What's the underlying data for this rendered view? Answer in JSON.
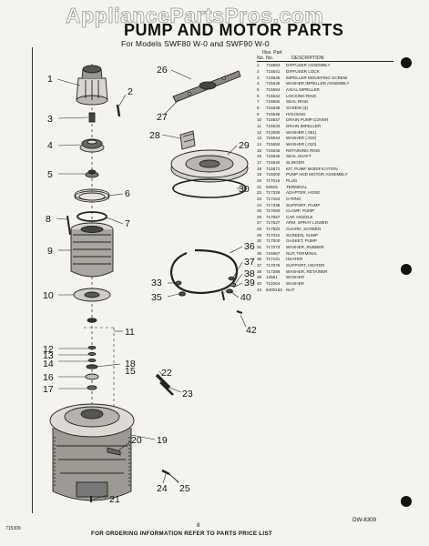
{
  "watermark": "AppliancePartsPros.com",
  "header": {
    "title": "PUMP AND MOTOR PARTS",
    "subtitle": "For Models SWF80 W-0 and SWF90 W-0"
  },
  "parts_list": {
    "header_top": "Illus. Part",
    "col_no": "No.",
    "col_part": "No.",
    "col_desc": "DESCRIPTION",
    "rows": [
      {
        "no": "1",
        "part": "715563",
        "desc": "DIFFUSER ASSEMBLY"
      },
      {
        "no": "2",
        "part": "715541",
        "desc": "DIFFUSER LOCK"
      },
      {
        "no": "3",
        "part": "716545",
        "desc": "IMPELLER MOUNTING SCREW"
      },
      {
        "no": "4",
        "part": "715549",
        "desc": "WASHER IMPELLER ASSEMBLY"
      },
      {
        "no": "5",
        "part": "715594",
        "desc": "AXIAL IMPELLER"
      },
      {
        "no": "6",
        "part": "715542",
        "desc": "LOCKING RING"
      },
      {
        "no": "7",
        "part": "715592",
        "desc": "SEAL RING"
      },
      {
        "no": "8",
        "part": "715548",
        "desc": "SCREW (3)"
      },
      {
        "no": "9",
        "part": "715545",
        "desc": "HOUSING"
      },
      {
        "no": "10",
        "part": "715547",
        "desc": "DRAIN PUMP COVER"
      },
      {
        "no": "11",
        "part": "715533",
        "desc": "DRAIN IMPELLER"
      },
      {
        "no": "12",
        "part": "712050",
        "desc": "WASHER (.051)"
      },
      {
        "no": "13",
        "part": "715544",
        "desc": "WASHER (.015)"
      },
      {
        "no": "14",
        "part": "715593",
        "desc": "WASHER (.010)"
      },
      {
        "no": "15",
        "part": "715535",
        "desc": "RETAINING RING"
      },
      {
        "no": "16",
        "part": "715546",
        "desc": "SEAL SHAFT"
      },
      {
        "no": "17",
        "part": "715540",
        "desc": "SLINGER"
      },
      {
        "no": "18",
        "part": "715871",
        "desc": "KIT, PUMP MODIFICATION"
      },
      {
        "no": "19",
        "part": "715000",
        "desc": "PUMP AND MOTOR ASSEMBLY"
      },
      {
        "no": "20",
        "part": "717016",
        "desc": "PLUG"
      },
      {
        "no": "21",
        "part": "94815",
        "desc": "TERMINAL"
      },
      {
        "no": "22",
        "part": "717329",
        "desc": "ADAPTER, HOSE"
      },
      {
        "no": "23",
        "part": "717164",
        "desc": "O-RING"
      },
      {
        "no": "24",
        "part": "717336",
        "desc": "SUPPORT, PUMP"
      },
      {
        "no": "25",
        "part": "717060",
        "desc": "CLAMP, PUMP"
      },
      {
        "no": "26",
        "part": "717067",
        "desc": "CAP, NOZZLE"
      },
      {
        "no": "27",
        "part": "717527",
        "desc": "ARM, SPRAY LOWER"
      },
      {
        "no": "28",
        "part": "717522",
        "desc": "GUARD, SCREEN"
      },
      {
        "no": "29",
        "part": "717022",
        "desc": "SCREEN, SUMP"
      },
      {
        "no": "30",
        "part": "717000",
        "desc": "GASKET, PUMP"
      },
      {
        "no": "31",
        "part": "717273",
        "desc": "WASHER, RUBBER"
      },
      {
        "no": "35",
        "part": "716657",
        "desc": "NUT, TERMINAL"
      },
      {
        "no": "36",
        "part": "717141",
        "desc": "HEATER"
      },
      {
        "no": "37",
        "part": "717076",
        "desc": "SUPPORT, HEATER"
      },
      {
        "no": "38",
        "part": "717289",
        "desc": "WASHER, RETAINER"
      },
      {
        "no": "39",
        "part": "14551",
        "desc": "WASHER"
      },
      {
        "no": "40",
        "part": "712264",
        "desc": "WASHER"
      },
      {
        "no": "42",
        "part": "9400162",
        "desc": "NUT"
      }
    ]
  },
  "callouts": [
    "1",
    "2",
    "3",
    "4",
    "5",
    "6",
    "7",
    "8",
    "9",
    "10",
    "11",
    "12",
    "13",
    "14",
    "15",
    "16",
    "17",
    "18",
    "19",
    "20",
    "21",
    "22",
    "23",
    "24",
    "25",
    "26",
    "27",
    "28",
    "29",
    "30",
    "33",
    "35",
    "36",
    "37",
    "38",
    "39",
    "40",
    "42"
  ],
  "footer": {
    "ordering_note": "FOR ORDERING INFORMATION REFER TO PARTS PRICE LIST",
    "page_number": "8",
    "doc_number": "715309",
    "ref_number": "DW-8309"
  }
}
